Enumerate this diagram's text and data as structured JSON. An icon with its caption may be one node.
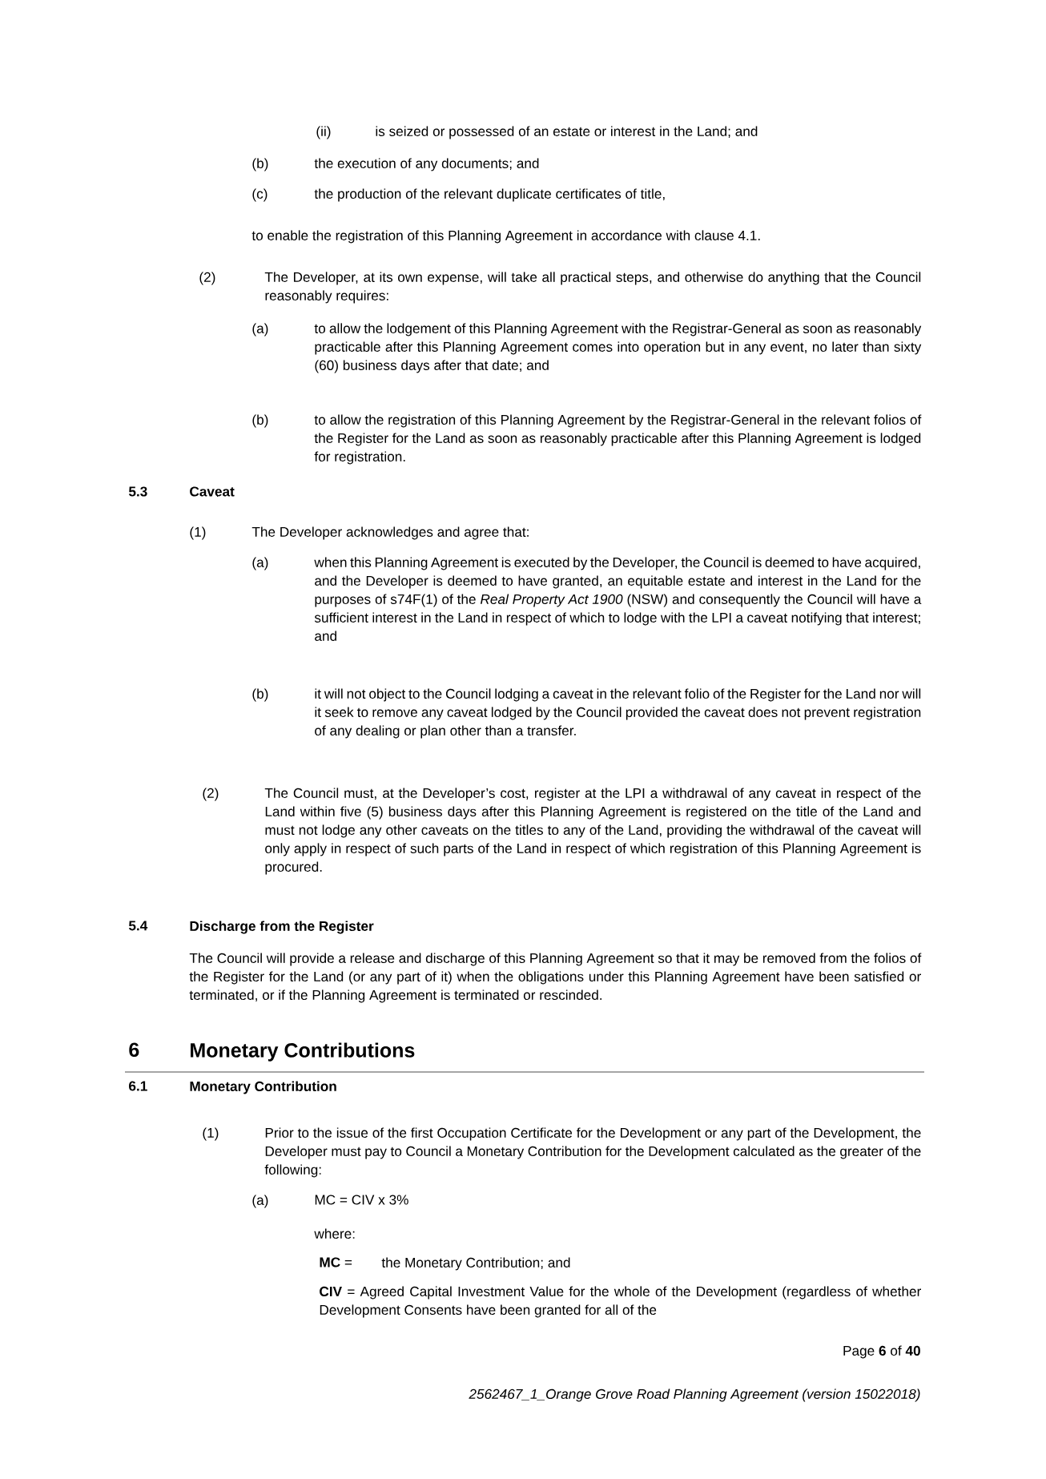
{
  "diagram": {
    "labels": [
      "(ii)",
      "is seized or possessed of an estate or interest in the Land; and",
      "(b)",
      "the execution of any documents; and",
      "(c)",
      "the production of the relevant duplicate certificates of title,",
      "to enable the registration of this Planning Agreement in accordance with clause 4.1.",
      "(2)",
      "The Developer, at its own expense, will take all practical steps, and otherwise do anything that the Council reasonably requires:",
      "(a)",
      "to allow the lodgement of this Planning Agreement with the Registrar-General as soon as reasonably practicable after this Planning Agreement comes into operation but in any event, no later than sixty (60) business days after that date; and",
      "(b)",
      "to allow the registration of this Planning Agreement by the Registrar-General in the relevant folios of the Register for the Land as soon as reasonably practicable after this Planning Agreement is lodged for registration.",
      "5.3",
      "Caveat",
      "(1)",
      "The Developer acknowledges and agree that:",
      "(a)",
      "when this Planning Agreement is executed by the Developer, the Council is deemed to have acquired, and the Developer is deemed to have granted, an equitable estate and interest in the Land for the purposes of s74F(1) of the *Real Property Act 1900* (NSW) and consequently the Council will have a sufficient interest in the Land in respect of which to lodge with the LPI a caveat notifying that interest; and",
      "(b)",
      "it will not object to the Council lodging a caveat in the relevant folio of the Register for the Land nor will it seek to remove any caveat lodged by the Council provided the caveat does not prevent registration of any dealing or plan other than a transfer.",
      "(2)",
      "The Council must, at the Developer’s cost, register at the LPI a withdrawal of any caveat in respect of the Land within five (5) business days after this Planning Agreement is registered on the title of the Land and must not lodge any other caveats on the titles to any of the Land, providing the withdrawal of the caveat will only apply in respect of such parts of the Land in respect of which registration of this Planning Agreement is procured.",
      "5.4",
      "Discharge from the Register",
      "The Council will provide a release and discharge of this Planning Agreement so that it may be removed from the folios of the Register for the Land (or any part of it) when the obligations under this Planning Agreement have been satisfied or terminated, or if the Planning Agreement is terminated or rescinded.",
      "6",
      "Monetary Contributions",
      "6.1",
      "Monetary Contribution",
      "(1)",
      "Prior to the issue of the first Occupation Certificate for the Development or any part of the Development, the Developer must pay to Council a Monetary Contribution for the Development calculated as the greater of the following:",
      "(a)",
      "MC =  CIV x 3%",
      "where:",
      "**MC** =",
      "the Monetary Contribution; and",
      "**CIV** =  Agreed Capital Investment Value for the whole of the Development (regardless of whether Development Consents have been granted for all of the",
      "Page **6** of **40**",
      "2562467_1_Orange Grove Road Planning Agreement (version 15022018)"
    ]
  }
}
